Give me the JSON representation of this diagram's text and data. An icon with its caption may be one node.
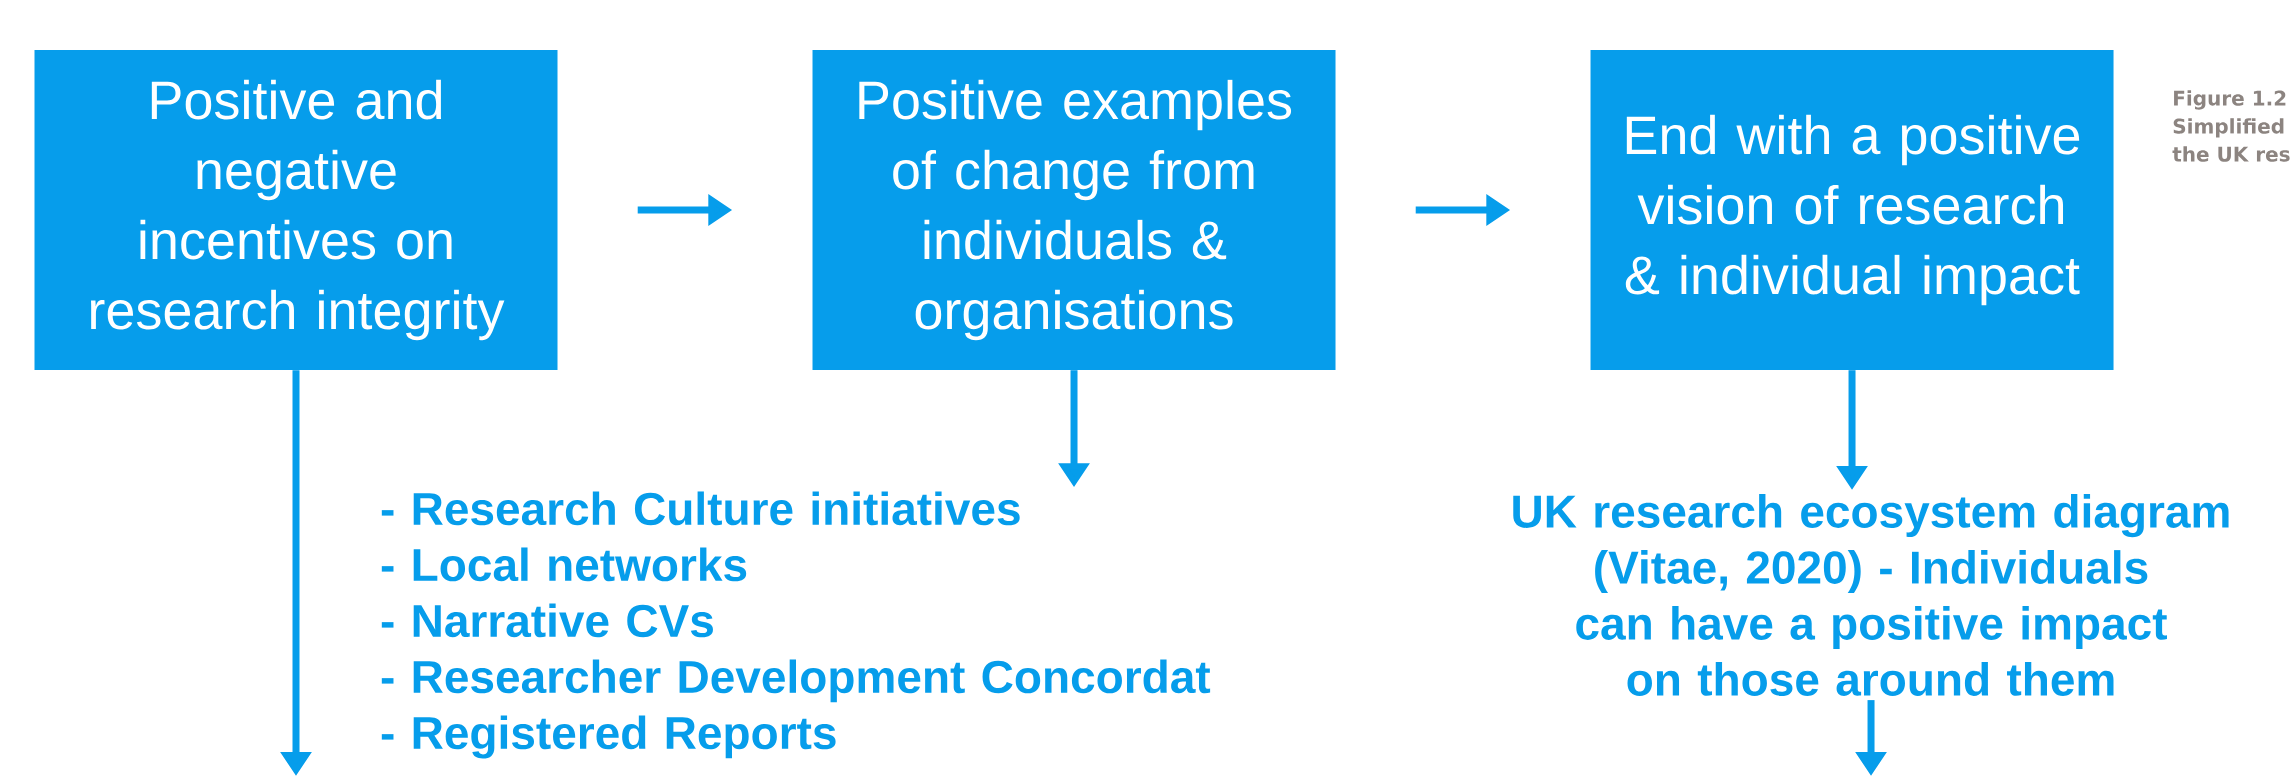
{
  "diagram": {
    "nodes": [
      {
        "text": [
          "Positive and negative incentives on research integrity"
        ]
      },
      {
        "text": [
          "Positive examples of change from individuals & organisations"
        ]
      },
      {
        "text": [
          "End with a positive vision of research & individual impact"
        ]
      },
      {
        "text": [
          "- Research Culture initiatives",
          "- Local networks",
          "- Narrative CVs",
          "- Researcher Development Concordat",
          "- Registered Reports"
        ]
      },
      {
        "text": [
          "UK research ecosystem diagram (Vitae, 2020) - Individuals can have a positive impact on those around them"
        ]
      }
    ],
    "edges": [
      {
        "from": 0,
        "to": 1,
        "arrow": "to"
      },
      {
        "from": 1,
        "to": 2,
        "arrow": "to"
      },
      {
        "from": 1,
        "to": 3,
        "arrow": "to"
      },
      {
        "from": 2,
        "to": 4,
        "arrow": "to"
      },
      {
        "from": 0,
        "to": null,
        "arrow": "to"
      },
      {
        "from": 4,
        "to": null,
        "arrow": "to"
      }
    ],
    "labels": [
      "Figure 1.2",
      "Simplified",
      "the UK res"
    ]
  }
}
